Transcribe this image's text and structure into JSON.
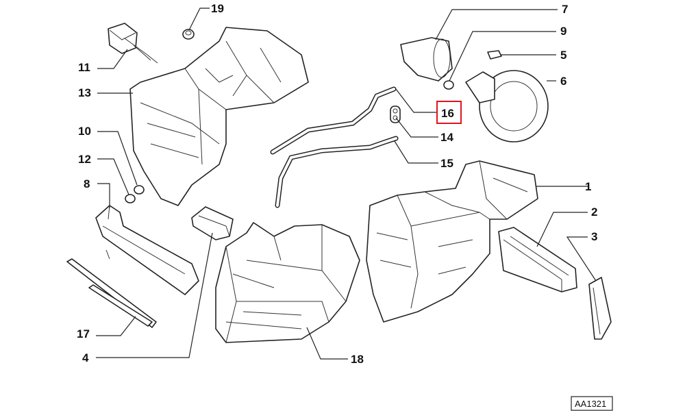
{
  "diagram": {
    "callouts": [
      "1",
      "2",
      "3",
      "4",
      "5",
      "6",
      "7",
      "8",
      "9",
      "10",
      "11",
      "12",
      "13",
      "14",
      "15",
      "16",
      "17",
      "18",
      "19"
    ],
    "highlighted_callout": "16",
    "highlight_color": "#e0141e",
    "reference_code": "AA1321"
  }
}
